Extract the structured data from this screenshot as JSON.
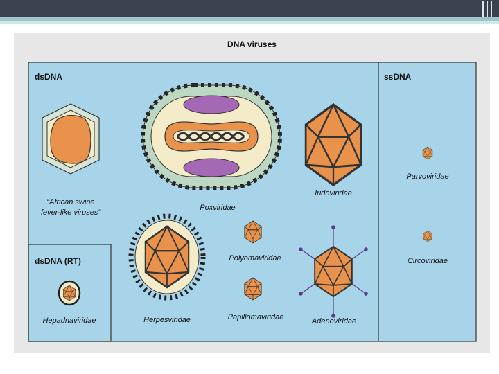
{
  "title": "DNA viruses",
  "sections": {
    "dsdna": "dsDNA",
    "ssdna": "ssDNA",
    "dsdna_rt": "dsDNA (RT)"
  },
  "labels": {
    "asfv_line1": "“African swine",
    "asfv_line2": "fever-like viruses”",
    "poxviridae": "Poxviridae",
    "iridoviridae": "Iridoviridae",
    "parvoviridae": "Parvoviridae",
    "circoviridae": "Circoviridae",
    "polyomaviridae": "Polyomaviridae",
    "papillomaviridae": "Papillomaviridae",
    "herpesviridae": "Herpesviridae",
    "adenoviridae": "Adenoviridae",
    "hepadnaviridae": "Hepadnaviridae"
  },
  "colors": {
    "panel_bg": "#a8d4ea",
    "capsid": "#e8924c",
    "outline": "#333333",
    "membrane": "#bcd7c4",
    "lipid_bodies": "#a468b5"
  }
}
